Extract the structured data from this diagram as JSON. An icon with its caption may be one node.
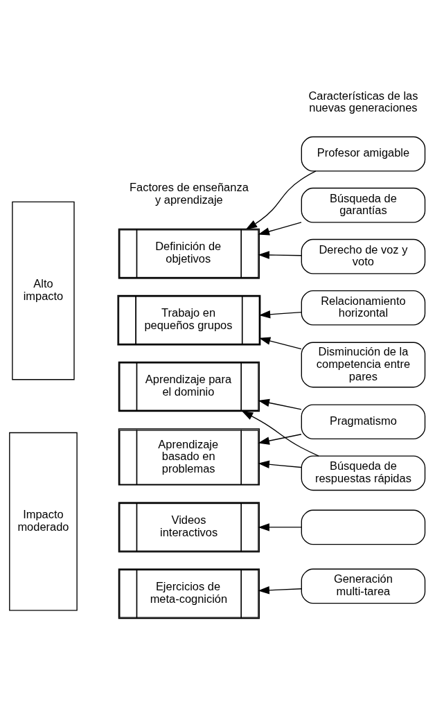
{
  "diagram": {
    "nodes": [
      {
        "text": [
          "Alto impacto"
        ]
      },
      {
        "text": [
          "Impacto moderado"
        ]
      },
      {
        "text": [
          "Definición de objetivos"
        ]
      },
      {
        "text": [
          "Trabajo en pequeños grupos"
        ]
      },
      {
        "text": [
          "Aprendizaje para el dominio"
        ]
      },
      {
        "text": [
          "Aprendizaje basado en problemas"
        ]
      },
      {
        "text": [
          "Videos interactivos"
        ]
      },
      {
        "text": [
          "Ejercicios de meta-cognición"
        ]
      },
      {
        "text": [
          "Profesor amigable"
        ]
      },
      {
        "text": [
          "Búsqueda de garantías"
        ]
      },
      {
        "text": [
          "Derecho de voz y voto"
        ]
      },
      {
        "text": [
          "Relacionamiento horizontal"
        ]
      },
      {
        "text": [
          "Disminución de la competencia entre pares"
        ]
      },
      {
        "text": [
          "Pragmatismo"
        ]
      },
      {
        "text": [
          "Búsqueda de respuestas rápidas"
        ]
      },
      {
        "text": [],
        "shape": "box"
      },
      {
        "text": [
          "Generación multi-tarea"
        ]
      }
    ],
    "edges": [
      {
        "from": 8,
        "to": 2,
        "arrow": "to"
      },
      {
        "from": 9,
        "to": 2,
        "arrow": "to"
      },
      {
        "from": 10,
        "to": 2,
        "arrow": "to"
      },
      {
        "from": 11,
        "to": 3,
        "arrow": "to"
      },
      {
        "from": 12,
        "to": 3,
        "arrow": "to"
      },
      {
        "from": 13,
        "to": 4,
        "arrow": "to"
      },
      {
        "from": 13,
        "to": 5,
        "arrow": "to"
      },
      {
        "from": 14,
        "to": 4,
        "arrow": "to"
      },
      {
        "from": 14,
        "to": 5,
        "arrow": "to"
      },
      {
        "from": 15,
        "to": 6,
        "arrow": "to"
      },
      {
        "from": 16,
        "to": 7,
        "arrow": "to"
      }
    ],
    "labels": [
      "Factores de enseñanza y aprendizaje",
      "Características de las nuevas generaciones"
    ]
  }
}
